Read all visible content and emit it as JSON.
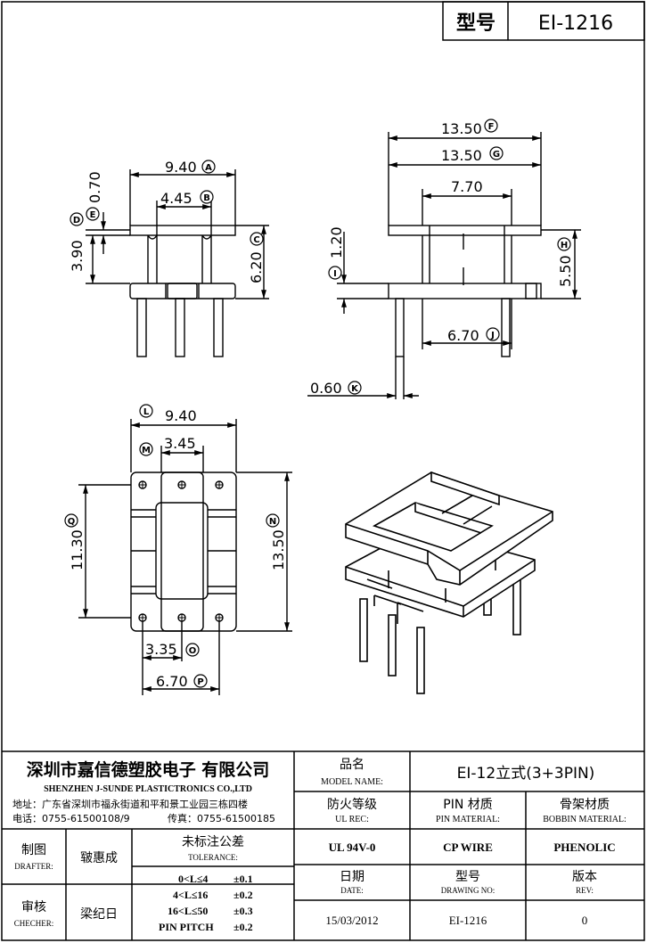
{
  "header": {
    "type_label": "型号",
    "type_value": "EI-1216"
  },
  "drawing": {
    "dims": [
      {
        "id": "A",
        "value": "9.40"
      },
      {
        "id": "B",
        "value": "4.45"
      },
      {
        "id": "C",
        "value": "6.20"
      },
      {
        "id": "D",
        "value": "3.90"
      },
      {
        "id": "E",
        "value": "0.70"
      },
      {
        "id": "F",
        "value": "13.50"
      },
      {
        "id": "G",
        "value": "13.50"
      },
      {
        "id": "",
        "value": "7.70"
      },
      {
        "id": "H",
        "value": "5.50"
      },
      {
        "id": "I",
        "value": "1.20"
      },
      {
        "id": "J",
        "value": "6.70"
      },
      {
        "id": "K",
        "value": "0.60"
      },
      {
        "id": "L",
        "value": "9.40"
      },
      {
        "id": "M",
        "value": "3.45"
      },
      {
        "id": "N",
        "value": "13.50"
      },
      {
        "id": "Q",
        "value": "11.30"
      },
      {
        "id": "O",
        "value": "3.35"
      },
      {
        "id": "P",
        "value": "6.70"
      }
    ]
  },
  "titleblock": {
    "company_cn": "深圳市嘉信德塑胶电子 有限公司",
    "company_en": "SHENZHEN J-SUNDE PLASTICTRONICS CO.,LTD",
    "address": "地址：广东省深圳市福永街道和平和景工业园三栋四楼",
    "phone": "电话：0755-61500108/9",
    "fax": "传真：0755-61500185",
    "model_label_cn": "品名",
    "model_label_en": "MODEL NAME:",
    "model_value": "EI-12立式(3+3PIN)",
    "ul_label_cn": "防火等级",
    "ul_label_en": "UL REC:",
    "pin_label_cn": "PIN 材质",
    "pin_label_en": "PIN MATERIAL:",
    "bobbin_label_cn": "骨架材质",
    "bobbin_label_en": "BOBBIN MATERIAL:",
    "ul_value": "UL 94V-0",
    "pin_value": "CP WIRE",
    "bobbin_value": "PHENOLIC",
    "drafter_cn": "制图",
    "drafter_en": "DRAFTER:",
    "drafter_name": "皲惠成",
    "checker_cn": "审核",
    "checker_en": "CHECHER:",
    "checker_name": "梁纪日",
    "tol_cn": "未标注公差",
    "tol_en": "TOLERANCE:",
    "tolerances": [
      {
        "range": "0<L≤4",
        "value": "±0.1"
      },
      {
        "range": "4<L≤16",
        "value": "±0.2"
      },
      {
        "range": "16<L≤50",
        "value": "±0.3"
      },
      {
        "range": "PIN PITCH",
        "value": "±0.2"
      }
    ],
    "date_cn": "日期",
    "date_en": "DATE:",
    "date_value": "15/03/2012",
    "dwg_cn": "型号",
    "dwg_en": "DRAWING NO:",
    "dwg_value": "EI-1216",
    "rev_cn": "版本",
    "rev_en": "REV:",
    "rev_value": "0"
  }
}
